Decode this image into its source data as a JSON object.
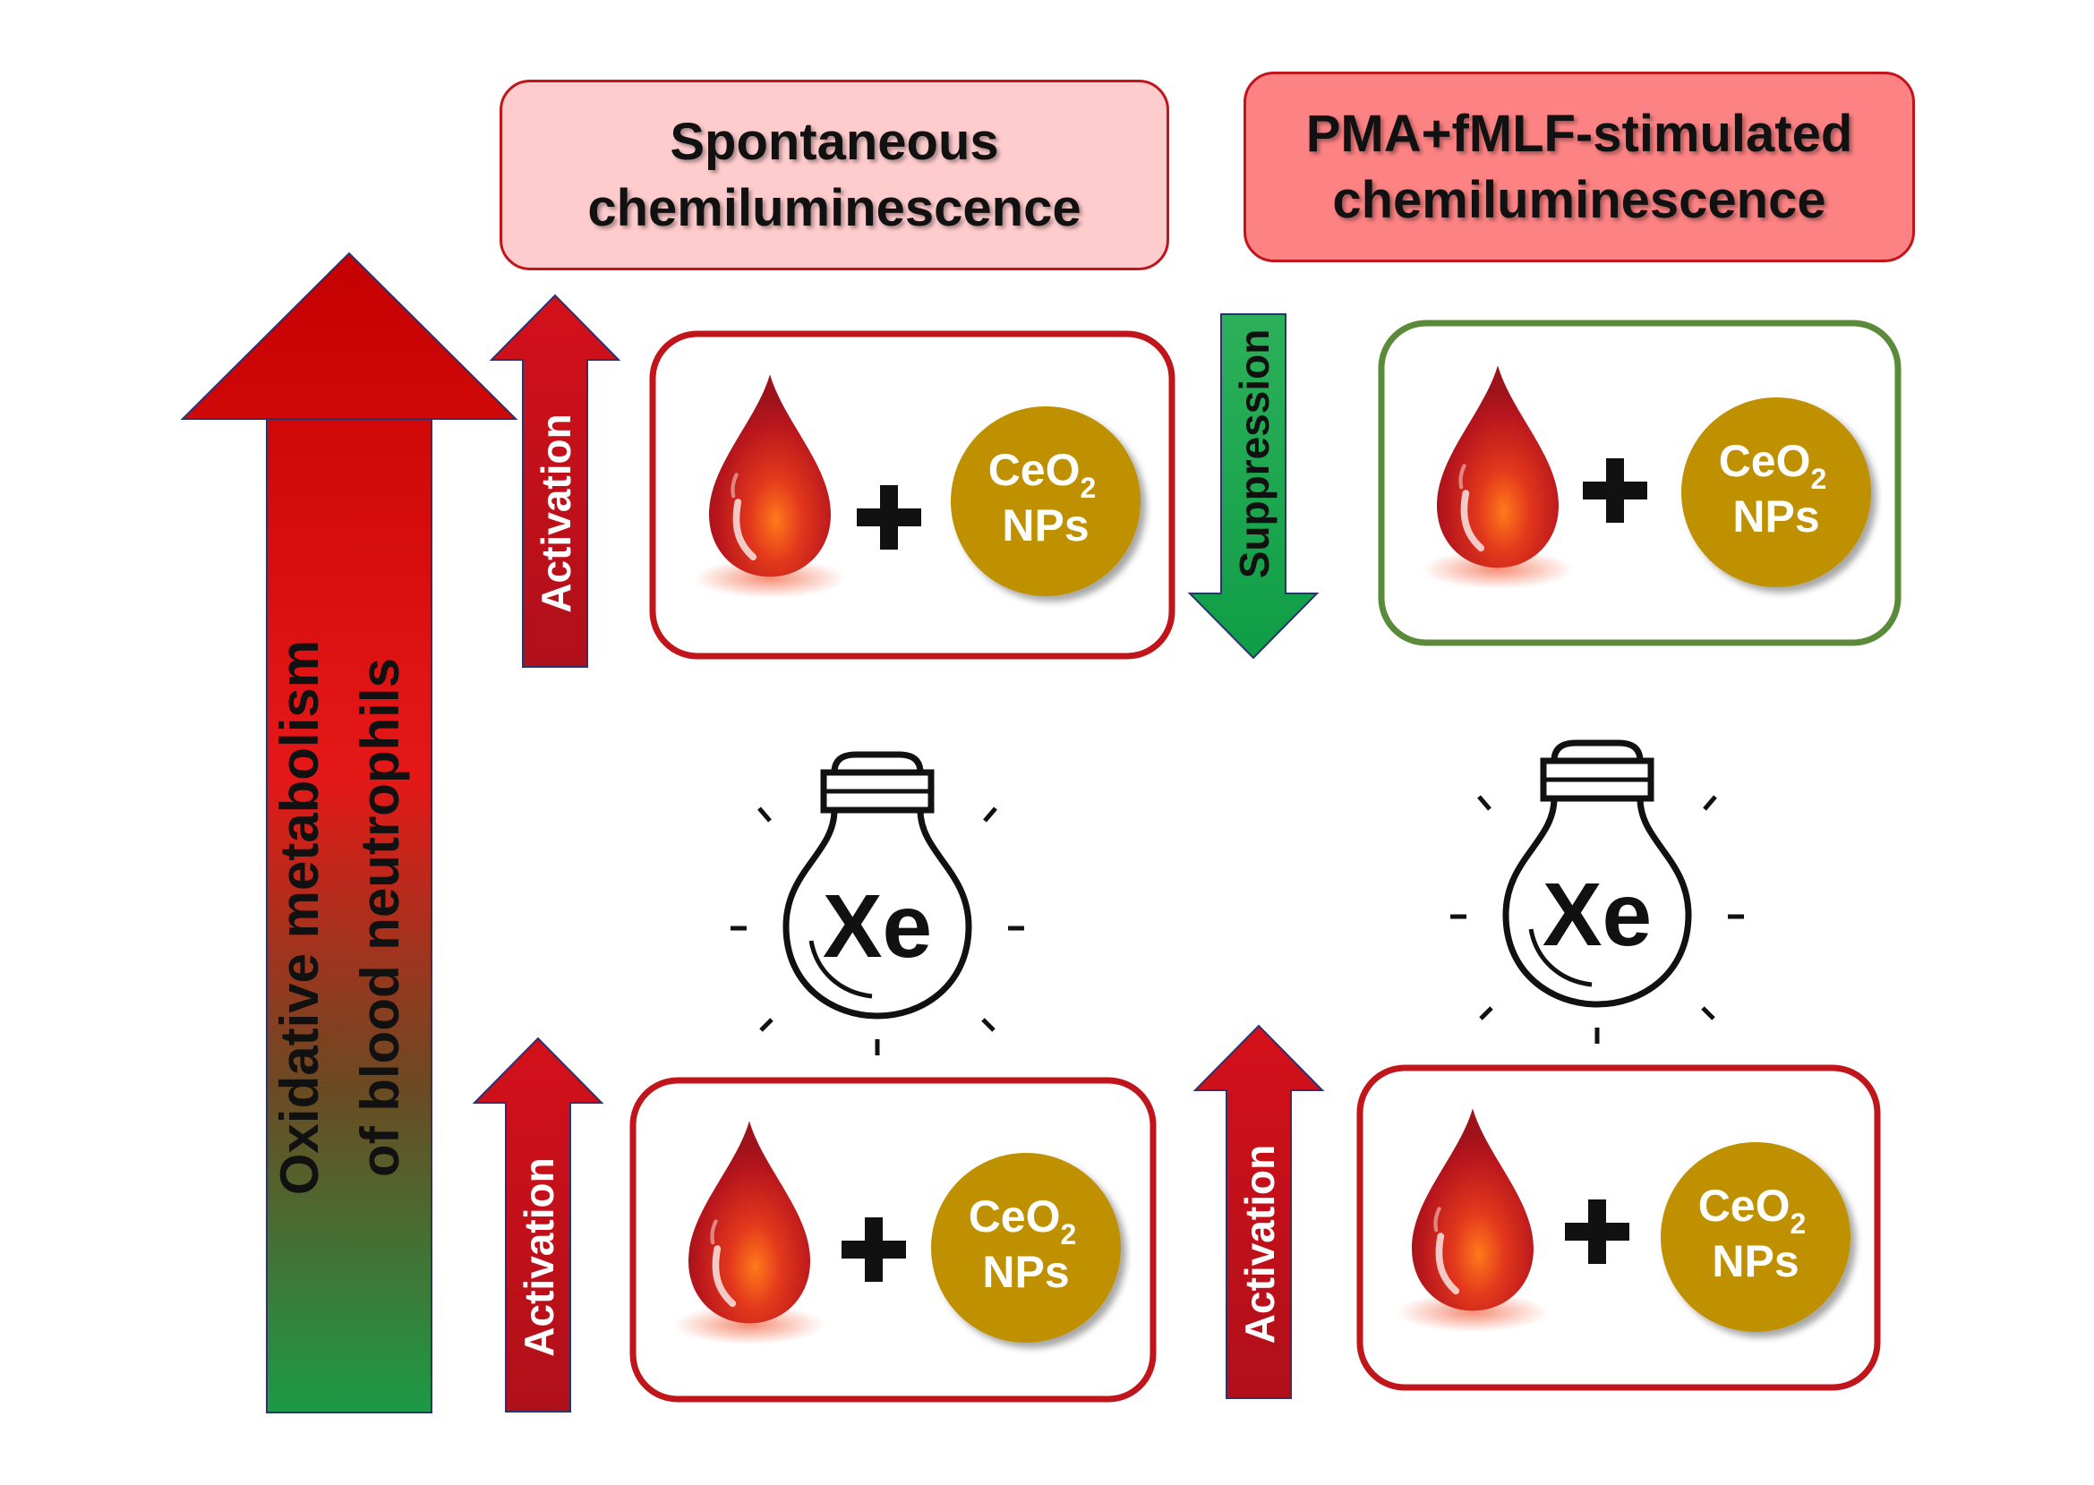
{
  "colors": {
    "header_left_bg": "#ffcccd",
    "header_right_bg": "#fc8283",
    "activation_red": "#c0151b",
    "suppression_green": "#1aa04a",
    "box_red_border": "#c0151b",
    "box_green_border": "#5a8a3a",
    "nanoparticle_gold": "#bf9000"
  },
  "axis_arrow": {
    "line1": "Oxidative metabolism",
    "line2": "of blood neutrophils"
  },
  "headers": {
    "left": {
      "line1": "Spontaneous",
      "line2": "chemiluminescence"
    },
    "right": {
      "line1": "PMA+fMLF-stimulated",
      "line2": "chemiluminescence"
    }
  },
  "panels": [
    {
      "id": "spontaneous-nps",
      "arrow": "up",
      "arrow_label": "Activation",
      "np_line1": "CeO",
      "np_sub": "2",
      "np_line2": "NPs",
      "border": "red"
    },
    {
      "id": "stimulated-nps",
      "arrow": "down",
      "arrow_label": "Suppression",
      "np_line1": "CeO",
      "np_sub": "2",
      "np_line2": "NPs",
      "border": "green"
    },
    {
      "id": "spontaneous-nps-xe",
      "arrow": "up",
      "arrow_label": "Activation",
      "np_line1": "CeO",
      "np_sub": "2",
      "np_line2": "NPs",
      "border": "red"
    },
    {
      "id": "stimulated-nps-xe",
      "arrow": "up",
      "arrow_label": "Activation",
      "np_line1": "CeO",
      "np_sub": "2",
      "np_line2": "NPs",
      "border": "red"
    }
  ],
  "bulbs": [
    {
      "id": "xe-left",
      "label": "Xe"
    },
    {
      "id": "xe-right",
      "label": "Xe"
    }
  ],
  "plus_sign": "+"
}
